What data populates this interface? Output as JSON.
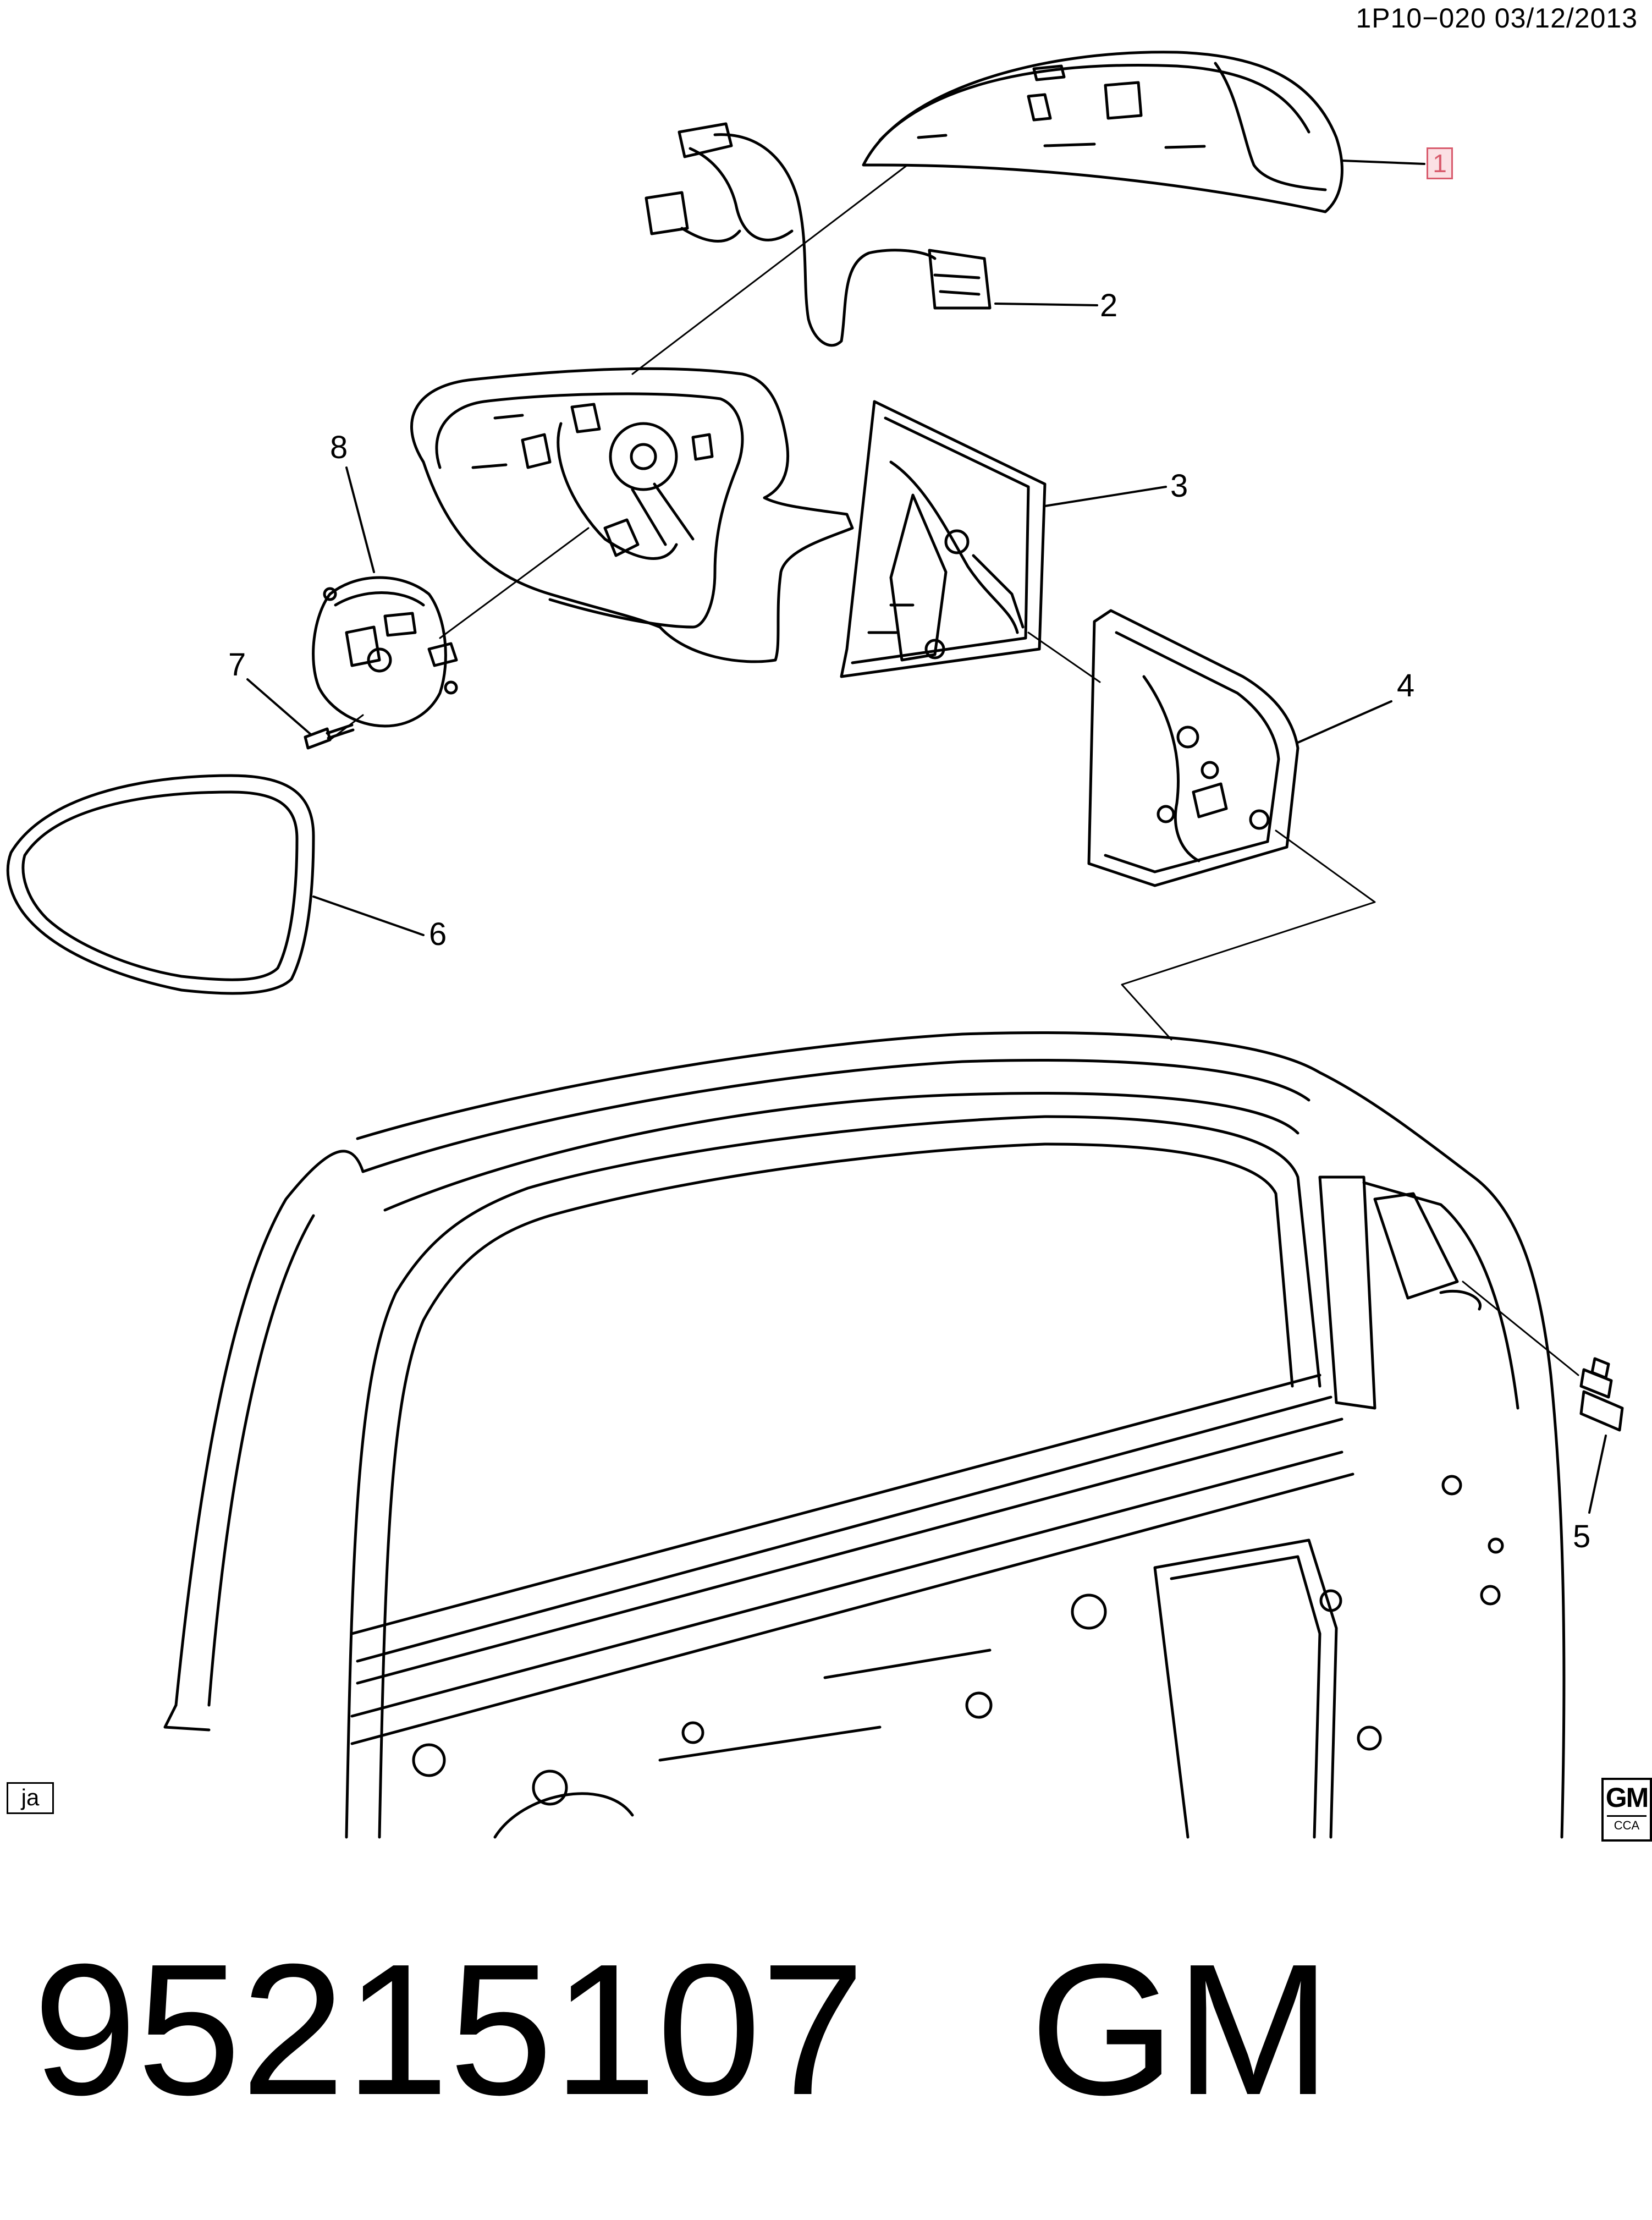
{
  "header": {
    "ref": "1P10−020  03/12/2013"
  },
  "callouts": {
    "c1": "1",
    "c2": "2",
    "c3": "3",
    "c4": "4",
    "c5": "5",
    "c6": "6",
    "c7": "7",
    "c8": "8"
  },
  "corner": {
    "tag": "ja",
    "logo_main": "GM",
    "logo_sub": "CCA"
  },
  "footer": {
    "part_number": "95215107",
    "brand": "GM"
  }
}
